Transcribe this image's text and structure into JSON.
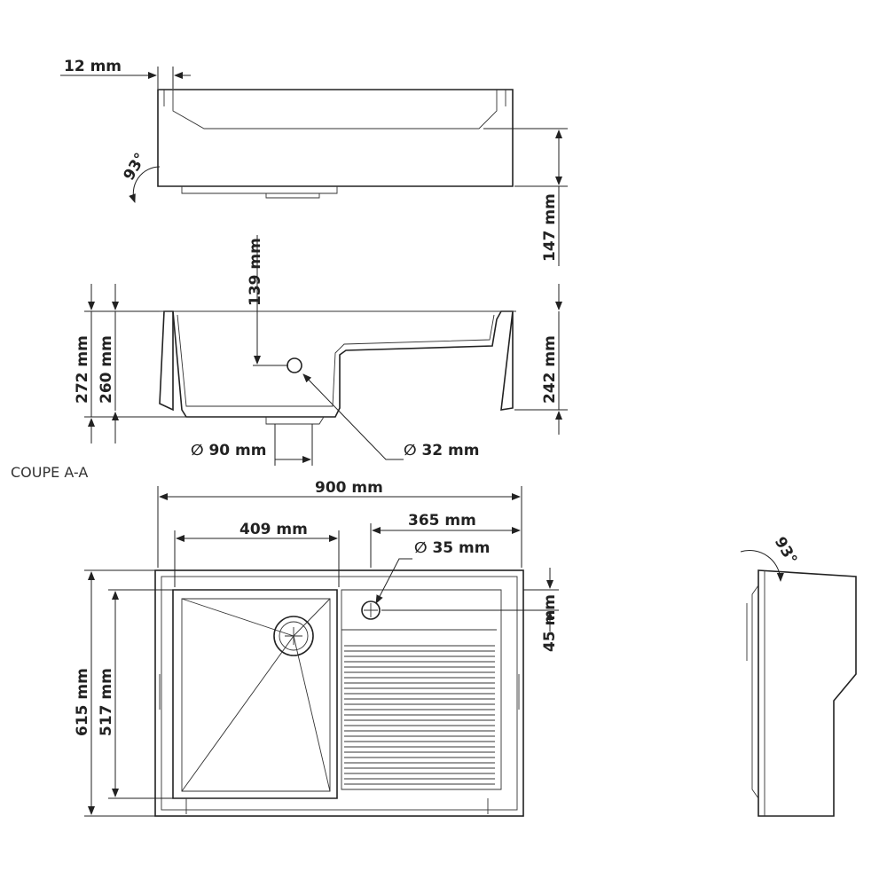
{
  "side_view": {
    "thickness": "12 mm",
    "angle": "93°",
    "height": "147 mm"
  },
  "section": {
    "title": "COUPE A-A",
    "overflow_height": "139 mm",
    "total_height": "272 mm",
    "basin_height": "260 mm",
    "drainboard_height": "242 mm",
    "drain_diameter": "∅ 90 mm",
    "overflow_diameter": "∅ 32 mm"
  },
  "plan_view": {
    "width": "900 mm",
    "basin_width": "409 mm",
    "drainboard_width": "365 mm",
    "tap_hole_diameter": "∅ 35 mm",
    "tap_hole_offset": "45 mm",
    "depth": "615 mm",
    "inner_depth": "517 mm"
  },
  "end_view": {
    "angle": "93°"
  }
}
